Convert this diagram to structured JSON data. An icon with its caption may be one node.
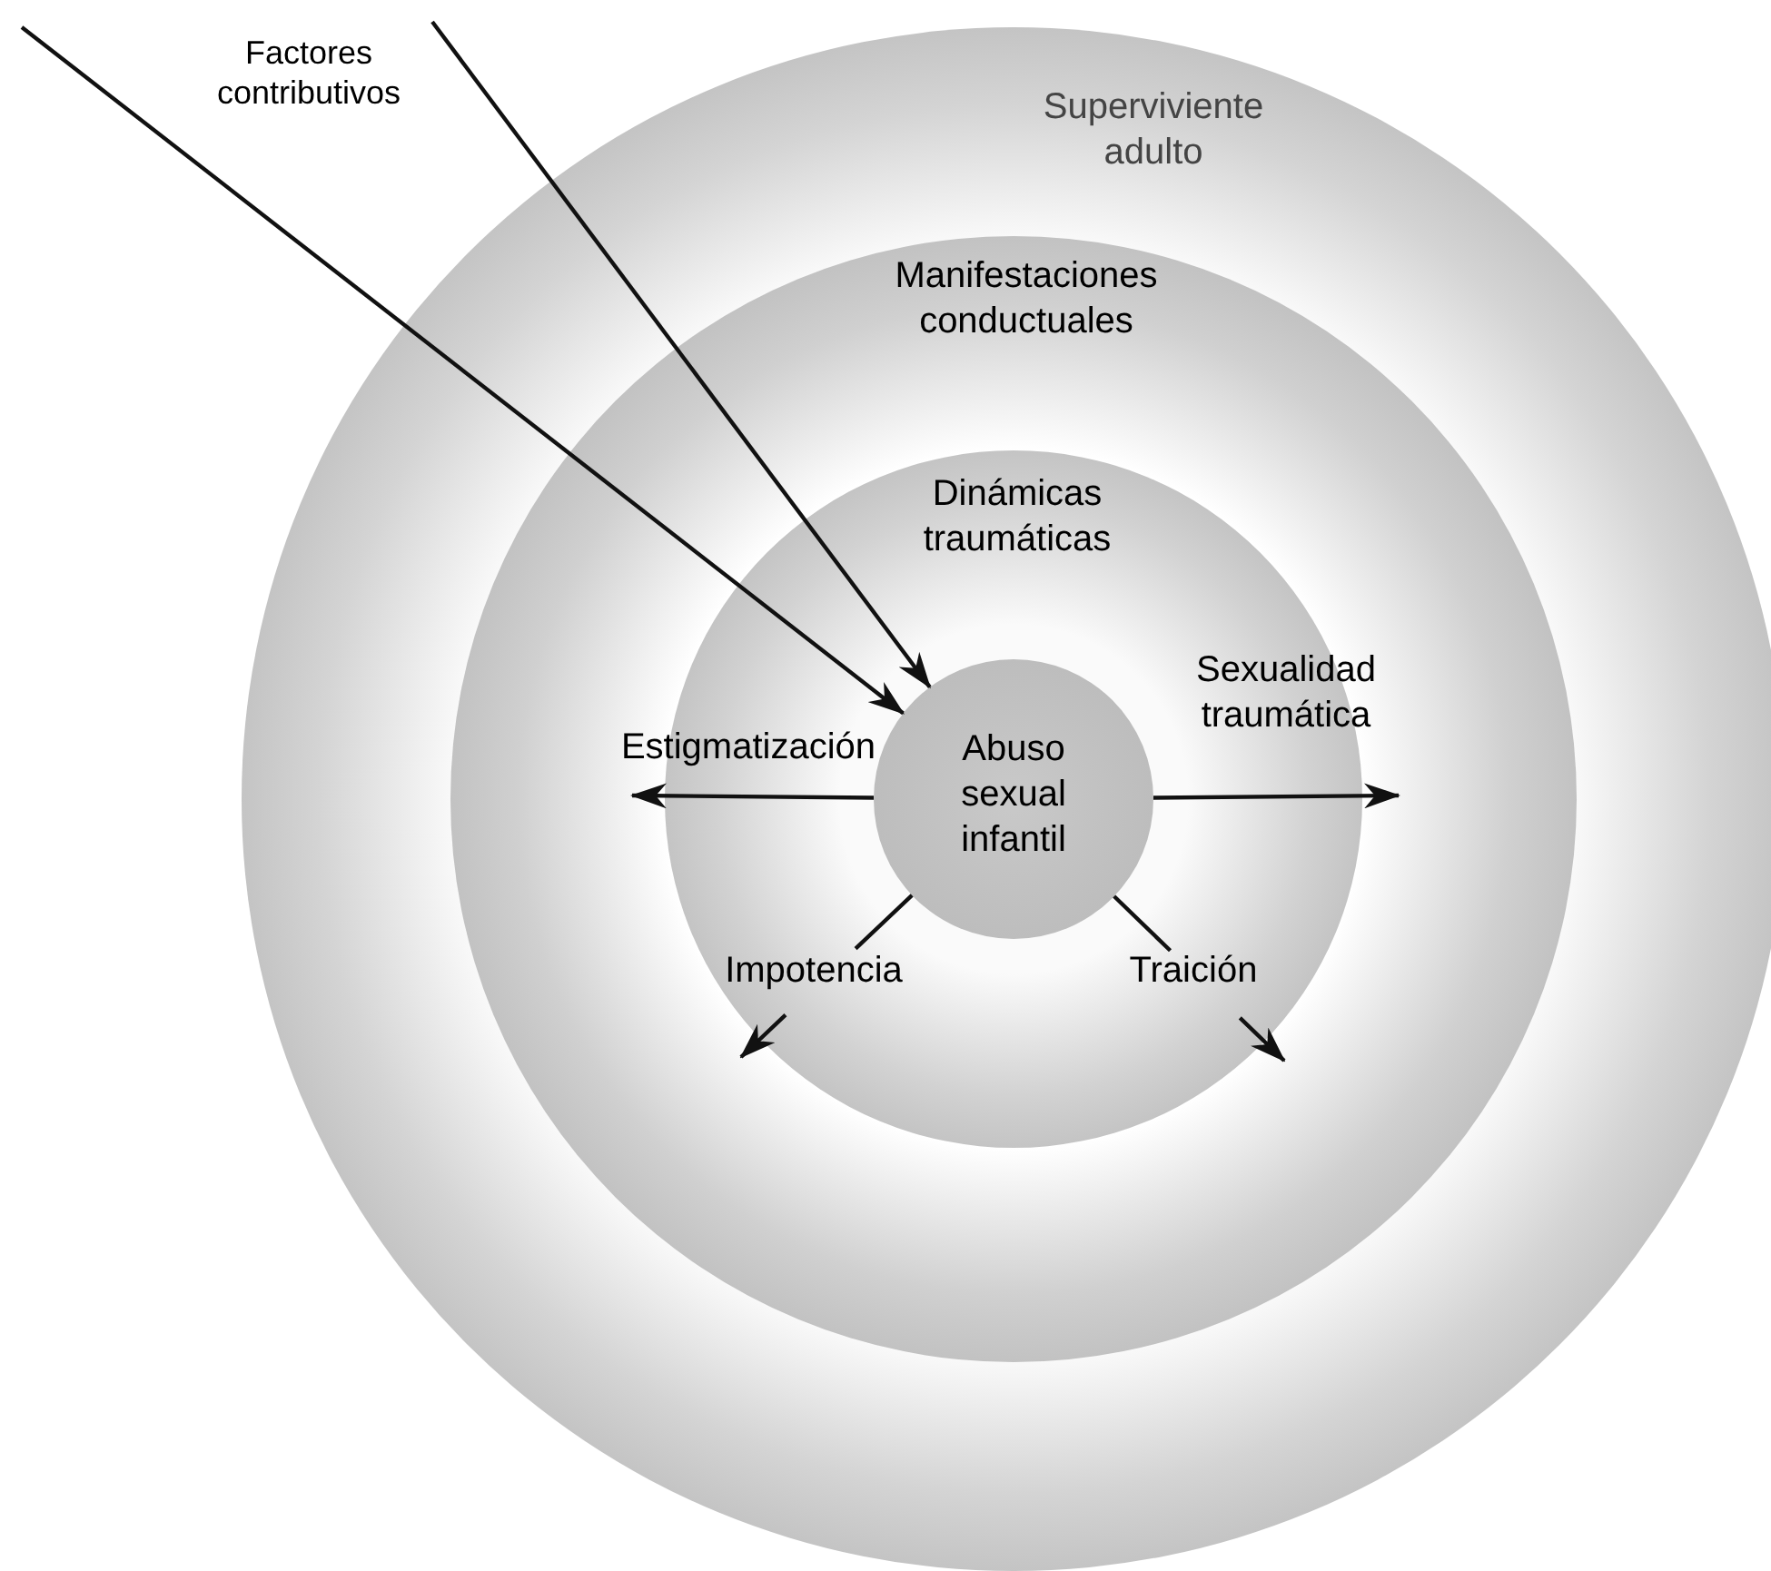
{
  "diagram": {
    "nodes": [
      {
        "text": [
          "Superviviente adulto"
        ]
      },
      {
        "text": [
          "Manifestaciones conductuales"
        ],
        "in": 0
      },
      {
        "text": [
          "Dinámicas traumáticas"
        ],
        "in": 1
      },
      {
        "text": [
          "Abuso sexual infantil"
        ],
        "in": 2
      }
    ],
    "edges": [
      {
        "from": null,
        "to": 3,
        "arrow": "to"
      },
      {
        "from": null,
        "to": 3,
        "arrow": "to"
      },
      {
        "from": 3,
        "to": null,
        "arrow": "to",
        "label": "Estigmatización"
      },
      {
        "from": 3,
        "to": null,
        "arrow": "to",
        "label": "Sexualidad traumática"
      },
      {
        "from": 3,
        "to": null,
        "arrow": "to",
        "label": "Impotencia"
      },
      {
        "from": 3,
        "to": null,
        "arrow": "to",
        "label": "Traición"
      }
    ],
    "labels": [
      "Factores contributivos"
    ]
  }
}
